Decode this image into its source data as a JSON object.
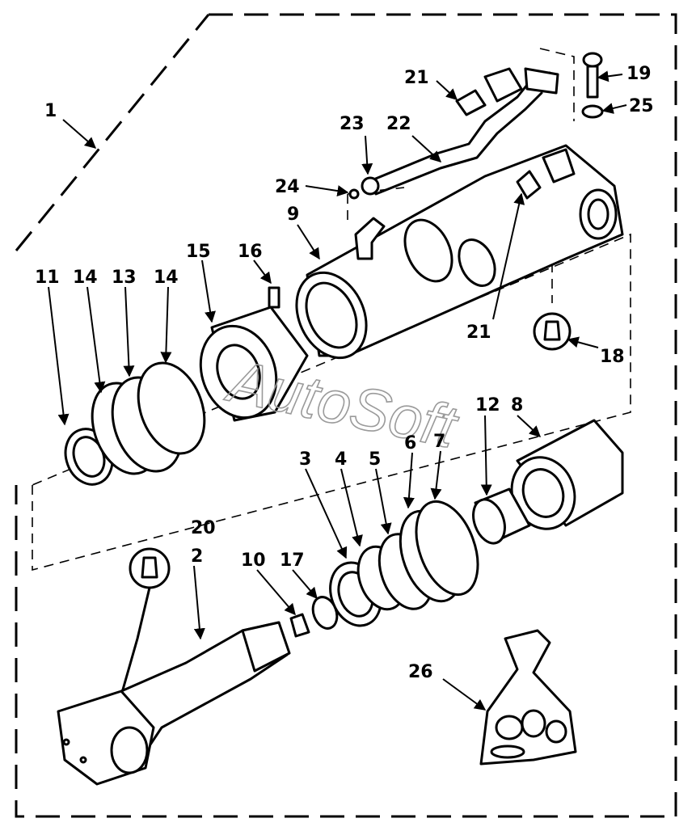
{
  "diagram": {
    "callouts": {
      "c1": "1",
      "c2": "2",
      "c3": "3",
      "c4": "4",
      "c5": "5",
      "c6": "6",
      "c7": "7",
      "c8": "8",
      "c9": "9",
      "c10": "10",
      "c11": "11",
      "c12": "12",
      "c13": "13",
      "c14a": "14",
      "c14b": "14",
      "c15": "15",
      "c16": "16",
      "c17": "17",
      "c18": "18",
      "c19": "19",
      "c20": "20",
      "c21a": "21",
      "c21b": "21",
      "c22": "22",
      "c23": "23",
      "c24": "24",
      "c25": "25",
      "c26": "26"
    },
    "watermark": "AutoSoft"
  }
}
